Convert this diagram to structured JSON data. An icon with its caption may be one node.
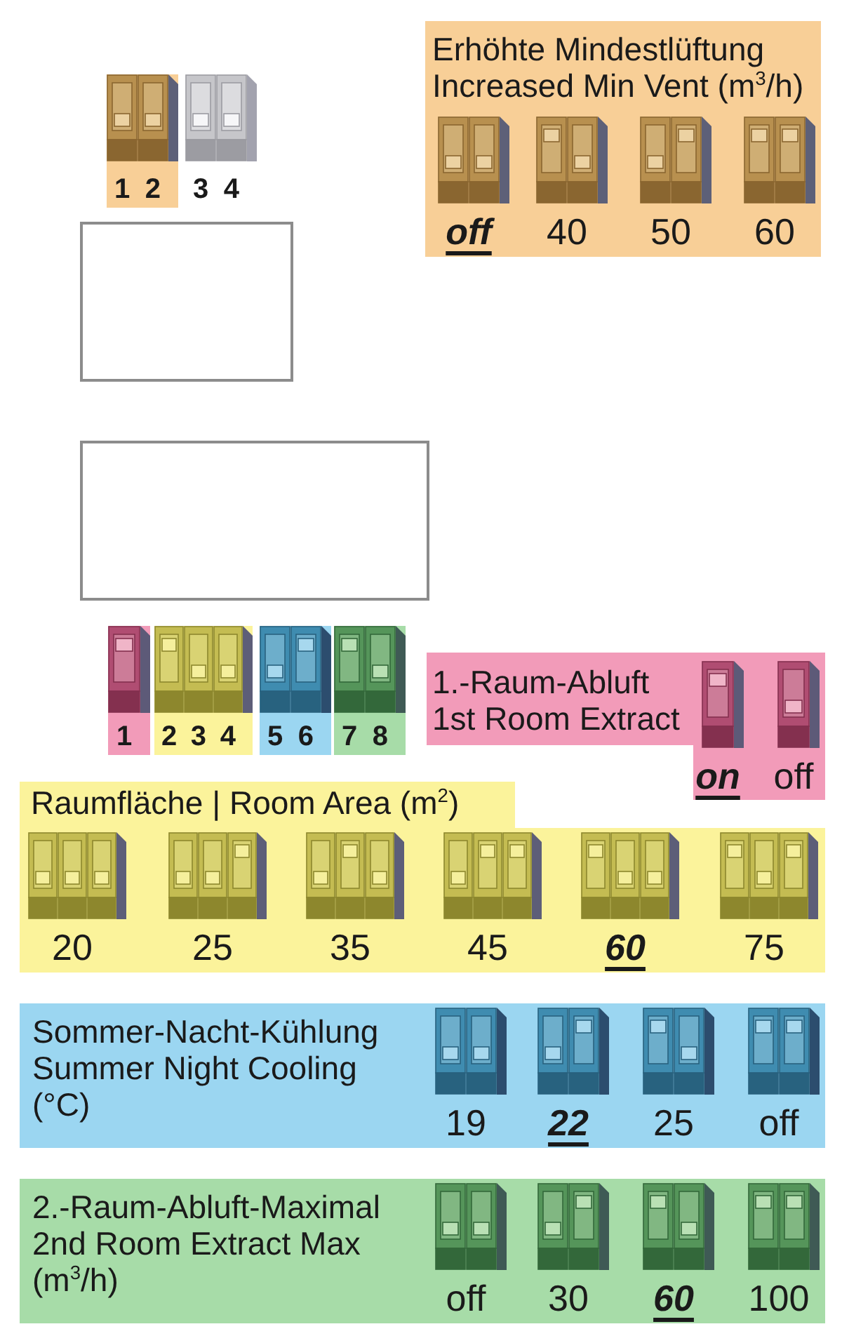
{
  "diagram": {
    "nodes": [
      {
        "text": [
          "1 2"
        ]
      },
      {
        "text": [
          "Erhöhte Mindestlüftung Increased Min Vent (m$^{3}$/h)",
          "off",
          "40",
          "50",
          "60"
        ]
      },
      {
        "text": [],
        "shape": "box"
      },
      {
        "text": [],
        "shape": "box"
      },
      {
        "text": [
          "1"
        ]
      },
      {
        "text": [
          "2 3 4"
        ]
      },
      {
        "text": [
          "5 6"
        ]
      },
      {
        "text": [
          "7 8"
        ]
      },
      {
        "text": [
          "1.-Raum-Abluft 1st Room Extract",
          "on",
          "off"
        ]
      },
      {
        "text": [
          "Raumfläche | Room Area (m$^{2}$)",
          "20",
          "25",
          "35",
          "45",
          "60",
          "75"
        ]
      },
      {
        "text": [
          "Sommer-Nacht-Kühlung Summer Night Cooling (°C)",
          "19",
          "22",
          "25",
          "off"
        ]
      },
      {
        "text": [
          "2.-Raum-Abluft-Maximal 2nd Room Extract Max (m$^{3}$/h)",
          "off",
          "30",
          "60",
          "100"
        ]
      }
    ],
    "labels": [
      "3 4"
    ]
  }
}
